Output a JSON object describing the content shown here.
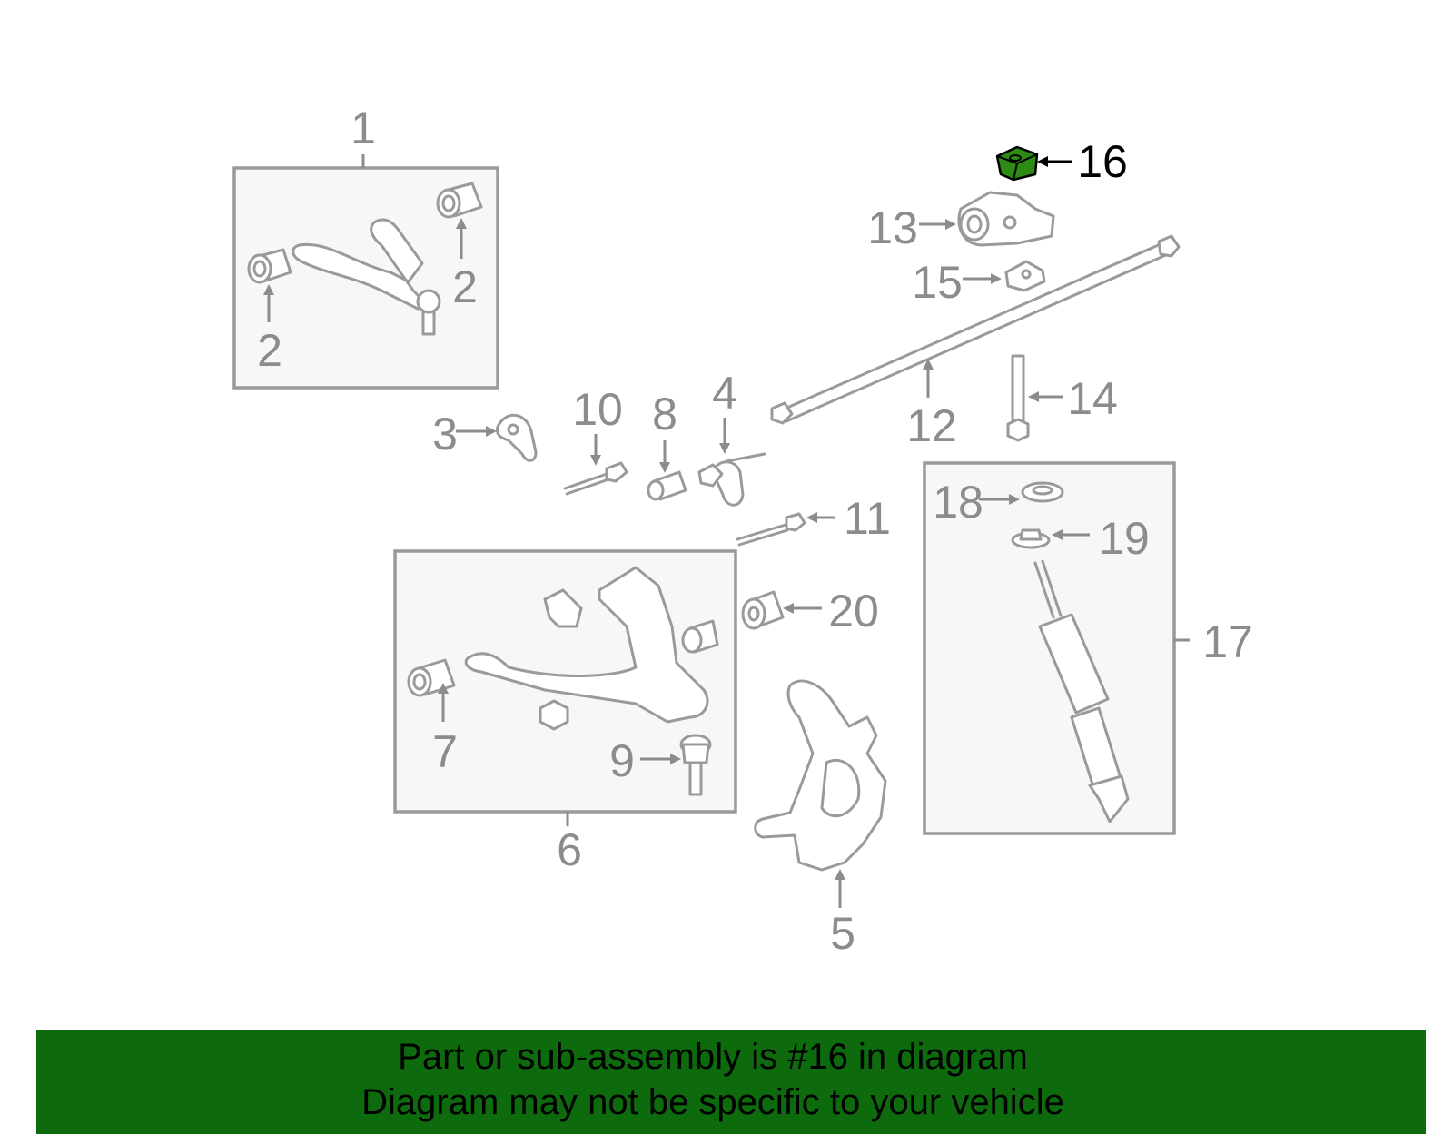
{
  "callouts": {
    "c1": "1",
    "c2a": "2",
    "c2b": "2",
    "c3": "3",
    "c4": "4",
    "c5": "5",
    "c6": "6",
    "c7": "7",
    "c8": "8",
    "c9": "9",
    "c10": "10",
    "c11": "11",
    "c12": "12",
    "c13": "13",
    "c14": "14",
    "c15": "15",
    "c16": "16",
    "c17": "17",
    "c18": "18",
    "c19": "19",
    "c20": "20"
  },
  "highlight": {
    "part_number": "16",
    "color": "#0d6a0d"
  },
  "banner": {
    "line1": "Part or sub-assembly is #16 in diagram",
    "line2": "Diagram may not be specific to your vehicle",
    "background": "#0d6a0d"
  }
}
